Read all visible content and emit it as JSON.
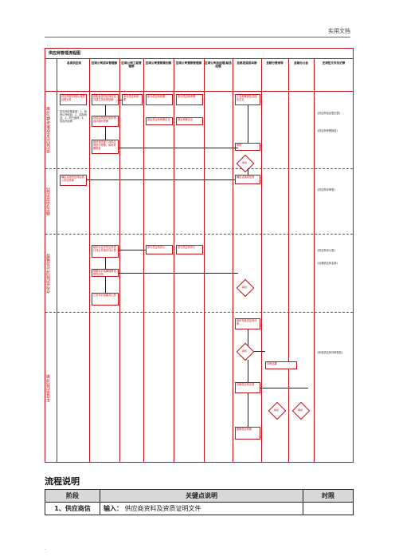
{
  "header": {
    "text": "实用文档"
  },
  "flowchart": {
    "title": "供应商管理流程图",
    "columns": [
      "各类供应商",
      "区域公司成本管理部",
      "区域公司工程管理部",
      "区域公司营销策划部",
      "区域公司营销管理部",
      "区域公司总经理/副总经理",
      "总部发展成本部",
      "总部分管领导",
      "总裁办公会",
      "支持性文件及记录"
    ],
    "stages": [
      "供应商信息收集/考察/评审",
      "确定试用供应商",
      "合作供应商评价及推荐",
      "年度供应商评审"
    ],
    "boxes": {
      "s1_supplier": "供应商提供资料/资质证明文件",
      "s1_supplier_note": "供应商收集渠道：1、政府公开网站；2、招标网站；3、同行推荐；4、供应商自荐",
      "s1_cost": "收集各类供应商信息并建立供应商档案",
      "s1_cost2": "对供应商进行初步筛选并组织考察",
      "s1_cost3": "组织相关部门对供应商进行考察，填写考察报告",
      "s1_eng": "参与供应商考察",
      "s1_sales": "参与供应商考察",
      "s1_sales2": "提出供应商考察意见",
      "s1_mkt": "参与供应商考察",
      "s1_mkt2": "提出考察意见",
      "s1_hq": "汇总考察报告并提出意见",
      "s1_hq2": "审核",
      "s1_gm": "审批",
      "s2_supplier": "确定试用供应商后纳入供应商库",
      "s2_hq": "确定试用供应商",
      "s3_cost": "组织对合作供应商进行评价并填写评价表",
      "s3_sales": "参与供应商评价",
      "s3_mkt": "参与供应商评价",
      "s3_cost2": "根据评价结果推荐优秀供应商",
      "s3_cost3": "汇总评价结果并上报",
      "s3_diamond": "审批",
      "s4_hq": "组织年度供应商评审",
      "s4_hq2": "评审结果",
      "s4_hq3": "合格供应商名录",
      "s4_hq4": "更新供应商库",
      "s4_d1": "审核",
      "s4_d2": "审批"
    },
    "docs": [
      "《供应商信息登记表》",
      "《供应商考察报告》",
      "《供应商评审表》",
      "《合格供应商名录》",
      "《供应商评价表》",
      "《年度供应商评审报告》"
    ]
  },
  "explanation": {
    "title": "流程说明",
    "headers": [
      "阶段",
      "关键点说明",
      "时限"
    ],
    "rows": [
      {
        "phase": "1、供应商信",
        "input_label": "输入：",
        "input_text": "供应商资料及资质证明文件",
        "limit": ""
      }
    ],
    "footer_mark": "."
  }
}
